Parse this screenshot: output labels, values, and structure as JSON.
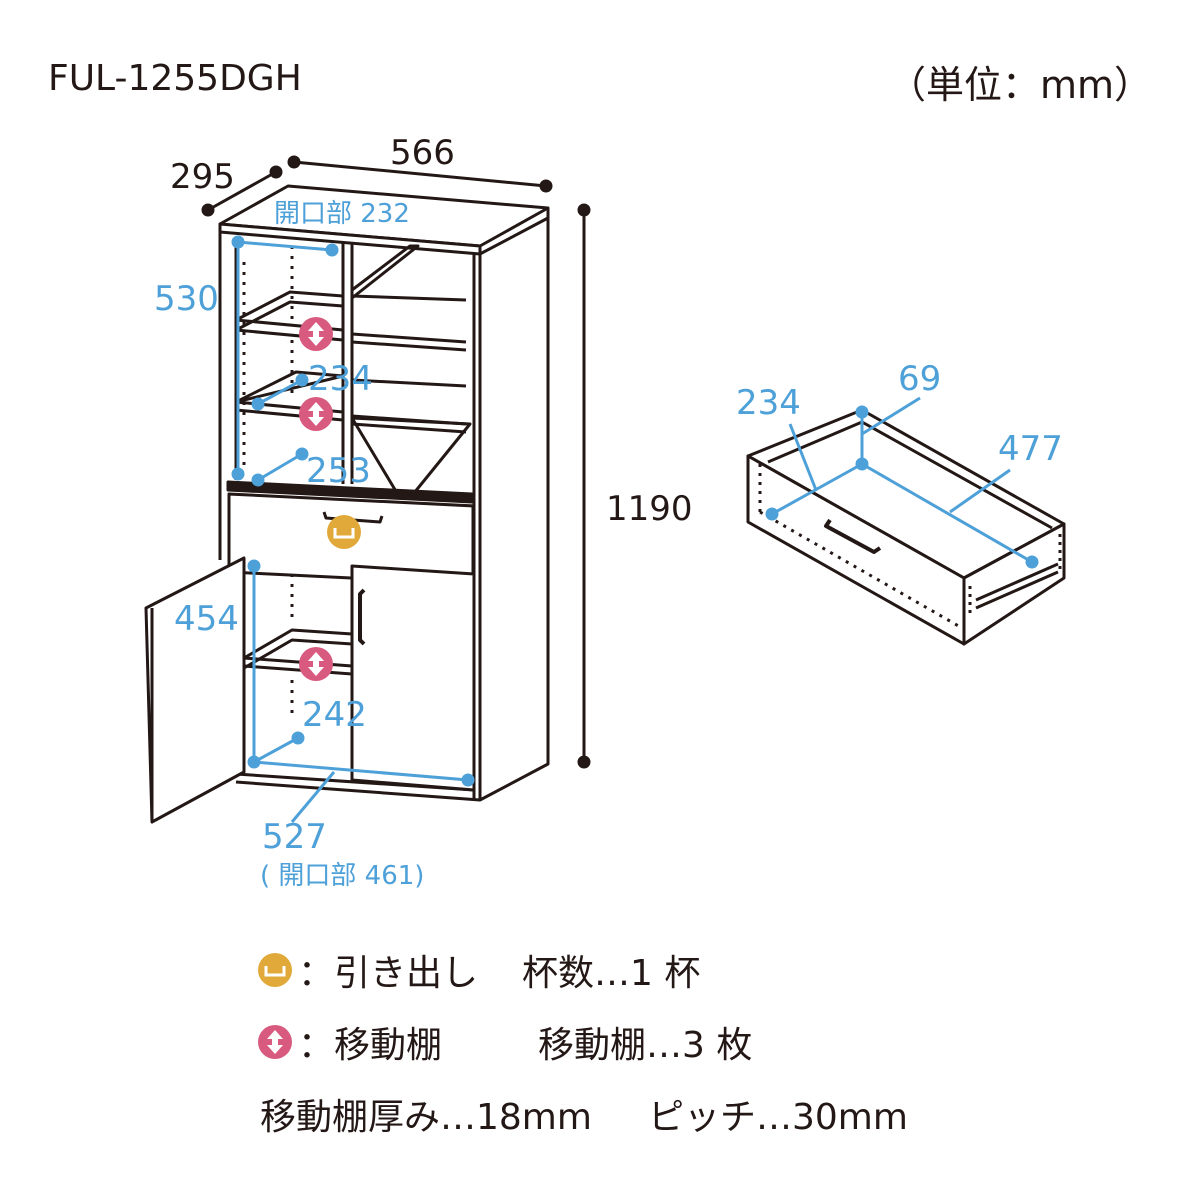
{
  "header": {
    "model": "FUL-1255DGH",
    "unit": "（単位：mm）"
  },
  "colors": {
    "line": "#231815",
    "dimension": "#4da0d8",
    "drawer_icon": "#e0a93a",
    "shelf_icon": "#d85a7f"
  },
  "cabinet": {
    "depth": "295",
    "width": "566",
    "height": "1190",
    "top_opening": "開口部 232",
    "upper_height": "530",
    "upper_shelf_depth": "234",
    "upper_inner_depth": "253",
    "lower_height": "454",
    "lower_shelf_depth": "242",
    "lower_width": "527",
    "lower_opening": "( 開口部 461)"
  },
  "drawer": {
    "depth": "234",
    "height": "69",
    "width": "477"
  },
  "legend": {
    "drawer_label": "：引き出し",
    "drawer_count": "杯数…1 杯",
    "shelf_label": "：移動棚",
    "shelf_count": "移動棚…3 枚",
    "shelf_thickness": "移動棚厚み…18mm",
    "pitch": "ピッチ…30mm"
  }
}
